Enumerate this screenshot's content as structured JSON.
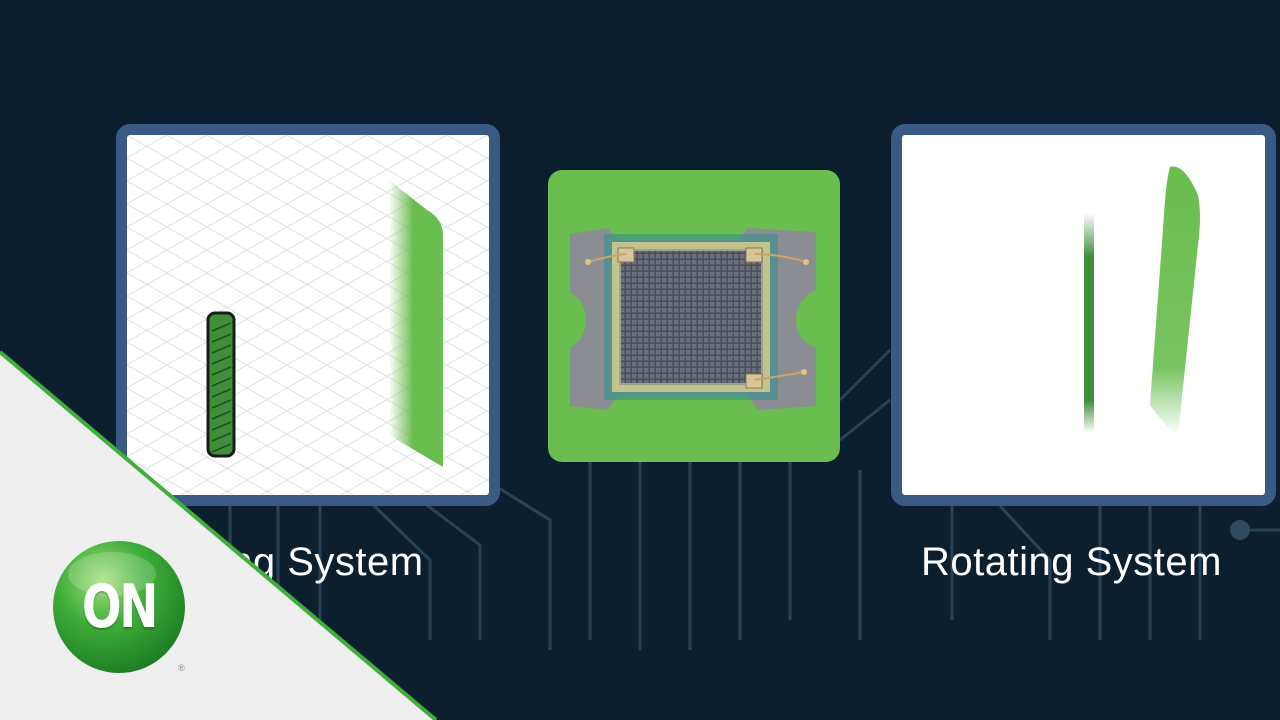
{
  "slide": {
    "captions": {
      "left": "ning System",
      "right": "Rotating System"
    },
    "logo": {
      "text": "ON",
      "registered_mark": "®"
    }
  },
  "colors": {
    "background": "#0b1f2e",
    "panel_border": "#3a5a86",
    "accent_green": "#6abd4f",
    "corner_banner": "#efefef",
    "corner_stripe": "#3fae3a"
  }
}
